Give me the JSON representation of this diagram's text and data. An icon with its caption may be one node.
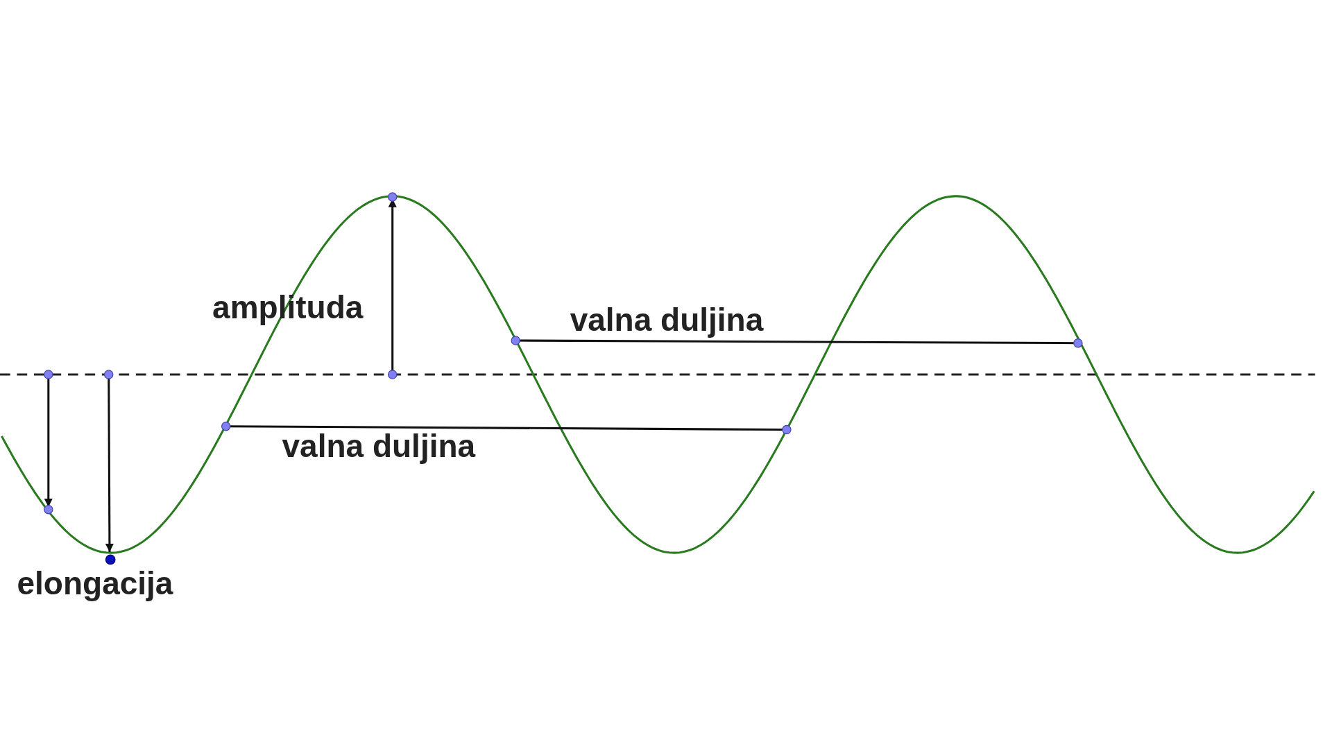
{
  "diagram": {
    "labels": [
      "amplituda",
      "valna duljina",
      "valna duljina",
      "elongacija"
    ]
  }
}
